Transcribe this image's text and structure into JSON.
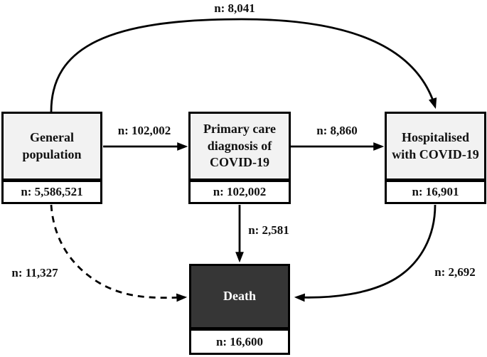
{
  "diagram": {
    "description": "Patient flow diagram of COVID-19 cohorts",
    "colors": {
      "node_fill": "#f2f2f2",
      "node_border": "#000000",
      "death_fill": "#363636",
      "death_text": "#ffffff",
      "edge_color": "#000000",
      "background": "#ffffff"
    },
    "nodes": {
      "general_population": {
        "label": "General population",
        "count": "n: 5,586,521"
      },
      "primary_care": {
        "label": "Primary care diagnosis of COVID-19",
        "count": "n: 102,002"
      },
      "hospitalised": {
        "label": "Hospitalised with COVID-19",
        "count": "n: 16,901"
      },
      "death": {
        "label": "Death",
        "count": "n: 16,600"
      }
    },
    "edges": {
      "general_to_hospitalised": {
        "label": "n: 8,041",
        "style": "solid curved arrow"
      },
      "general_to_primary": {
        "label": "n: 102,002",
        "style": "solid straight arrow"
      },
      "primary_to_hospitalised": {
        "label": "n: 8,860",
        "style": "solid straight arrow"
      },
      "primary_to_death": {
        "label": "n: 2,581",
        "style": "solid straight arrow"
      },
      "general_to_death": {
        "label": "n: 11,327",
        "style": "dashed curved arrow"
      },
      "hospitalised_to_death": {
        "label": "n: 2,692",
        "style": "solid curved arrow"
      }
    }
  }
}
